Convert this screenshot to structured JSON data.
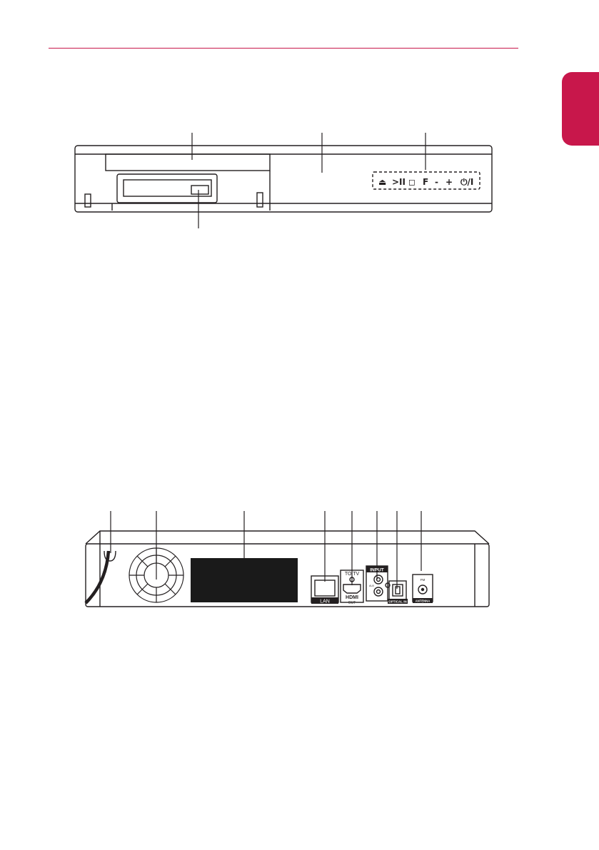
{
  "colors": {
    "accent": "#c8174b",
    "ink": "#231f20",
    "fill": "#1a1a1a"
  },
  "header": {
    "rule_color": "#c8174b",
    "tab_color": "#c8174b"
  },
  "front_panel": {
    "buttons": [
      {
        "icon": "eject-icon",
        "glyph": "⏏"
      },
      {
        "icon": "play-pause-icon",
        "glyph": ">II"
      },
      {
        "icon": "stop-icon",
        "glyph": "◻"
      },
      {
        "icon": "function-icon",
        "glyph": "F"
      },
      {
        "icon": "volume-minus-icon",
        "glyph": "-"
      },
      {
        "icon": "volume-plus-icon",
        "glyph": "+"
      },
      {
        "icon": "power-icon",
        "glyph": "⏻/I"
      }
    ]
  },
  "rear_panel": {
    "labels": {
      "lan": "LAN",
      "to_tv": "TO TV",
      "hdmi": "HDMI",
      "out": "OUT",
      "input": "INPUT",
      "aux": "AUX",
      "optical_in": "OPTICAL IN",
      "fm": "FM",
      "antenna": "ANTENNA"
    }
  }
}
